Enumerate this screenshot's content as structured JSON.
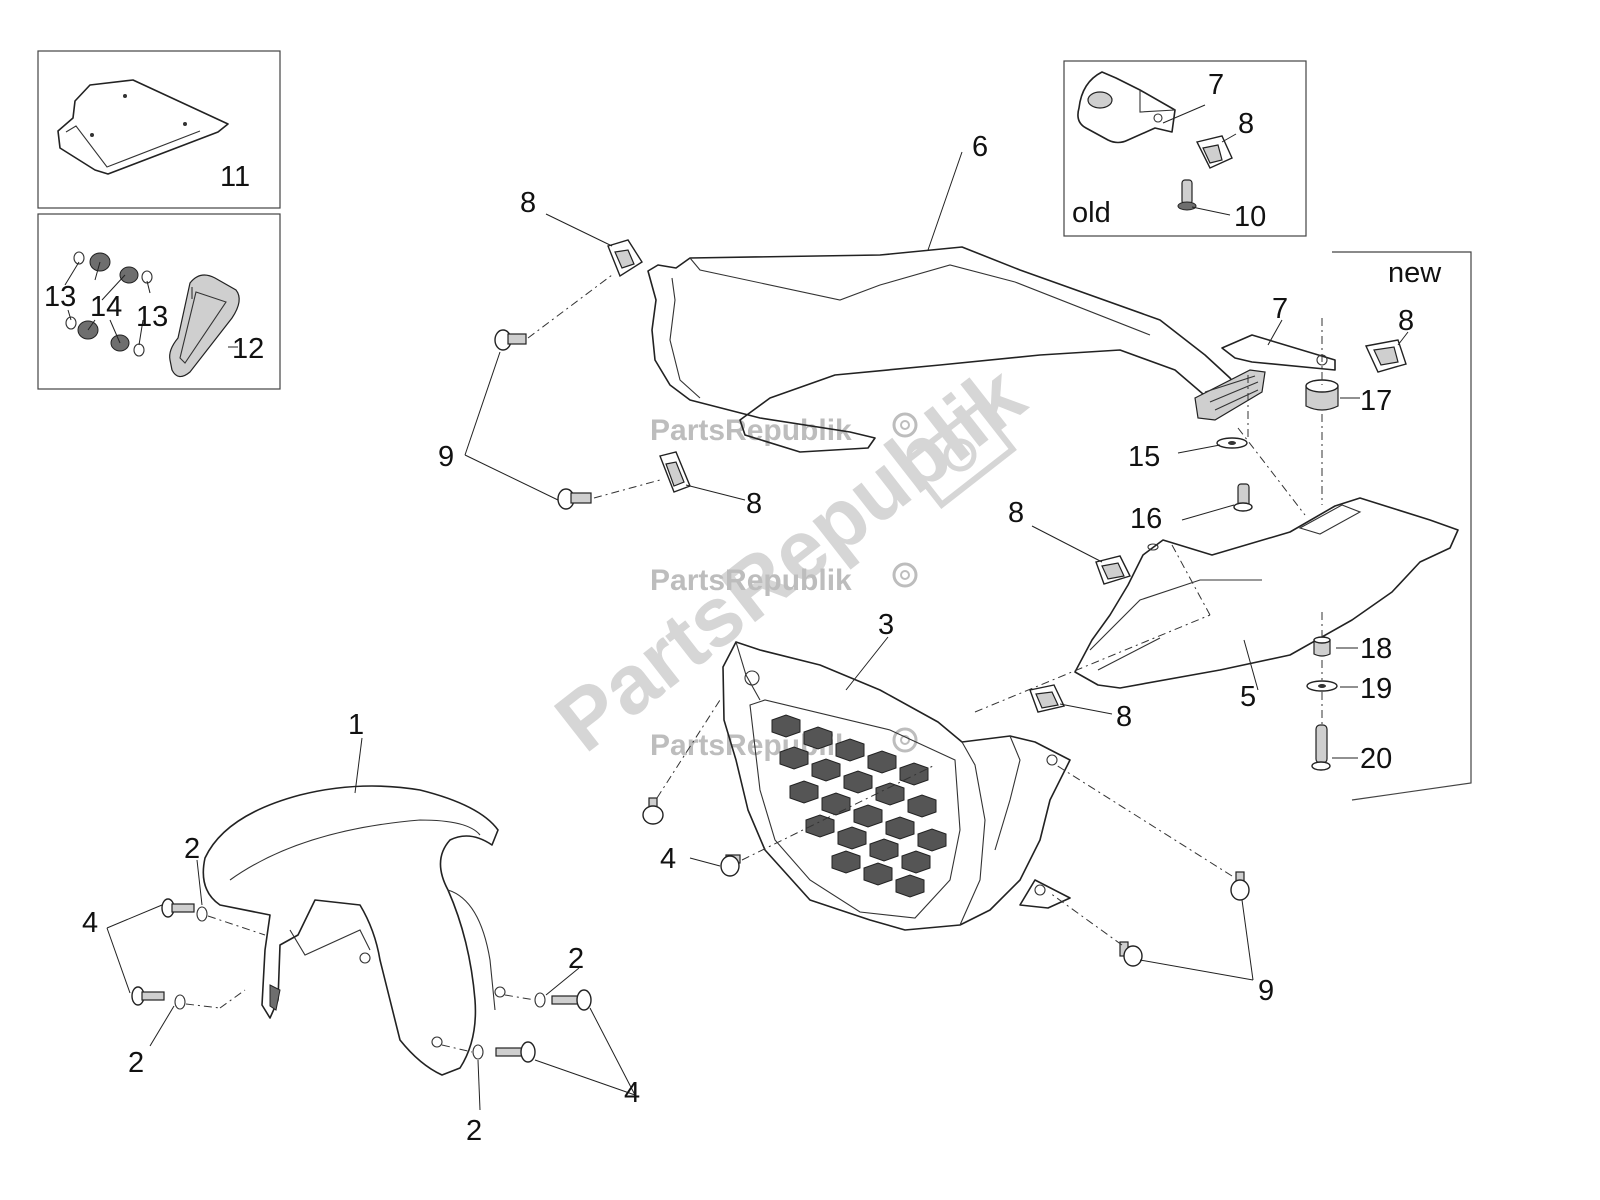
{
  "watermark": {
    "text": "PartsRepublik"
  },
  "callouts": {
    "c1": "1",
    "c2a": "2",
    "c2b": "2",
    "c2c": "2",
    "c2d": "2",
    "c3": "3",
    "c4a": "4",
    "c4b": "4",
    "c4c": "4",
    "c5": "5",
    "c6": "6",
    "c7a": "7",
    "c7b": "7",
    "c8a": "8",
    "c8b": "8",
    "c8c": "8",
    "c8d": "8",
    "c8e": "8",
    "c8f": "8",
    "c9a": "9",
    "c9b": "9",
    "c10": "10",
    "c11": "11",
    "c12": "12",
    "c13a": "13",
    "c13b": "13",
    "c14": "14",
    "c15": "15",
    "c16": "16",
    "c17": "17",
    "c18": "18",
    "c19": "19",
    "c20": "20"
  },
  "variants": {
    "old": "old",
    "new": "new"
  }
}
